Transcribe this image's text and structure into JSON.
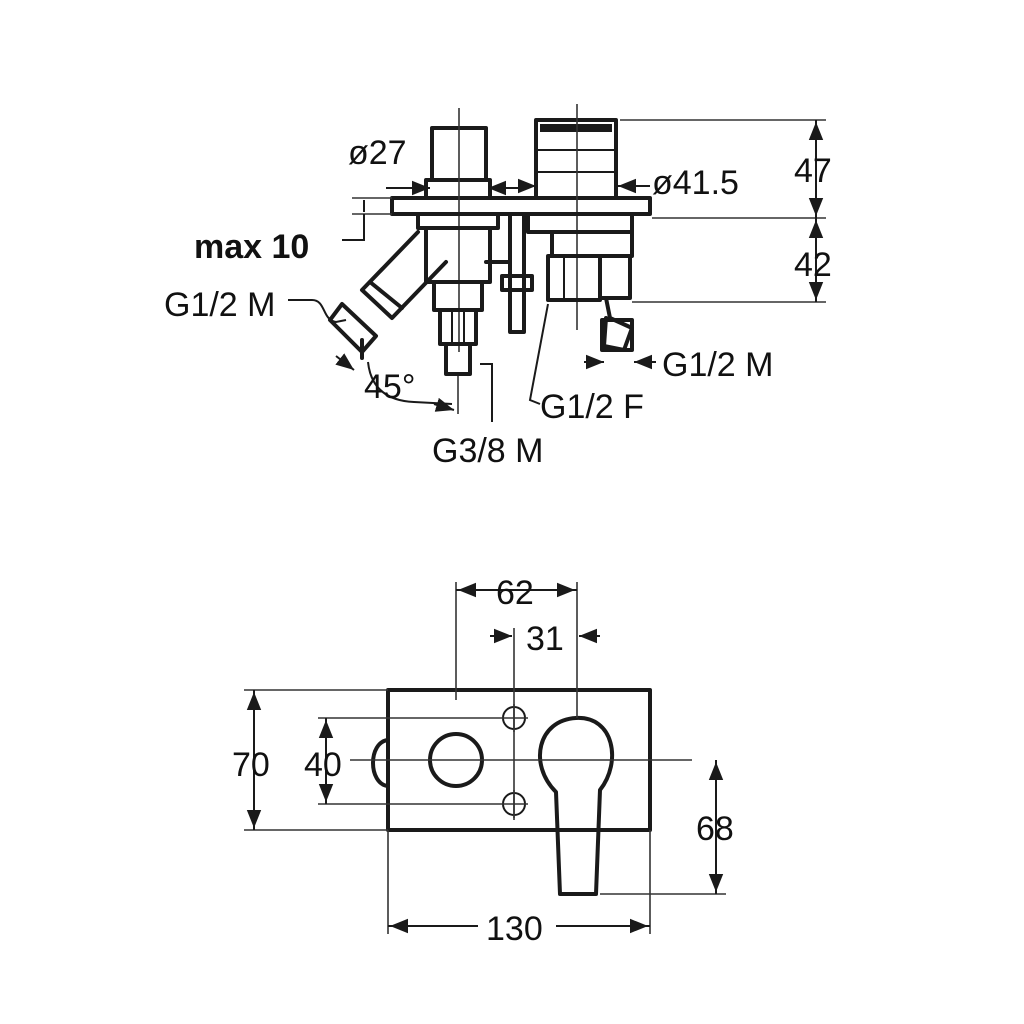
{
  "top_view": {
    "labels": {
      "dia_small": "ø27",
      "dia_large": "ø41.5",
      "height_upper": "47",
      "height_lower": "42",
      "max_depth": "max 10",
      "thread_left": "G1/2 M",
      "thread_right": "G1/2 M",
      "angle": "45°",
      "thread_female": "G1/2 F",
      "thread_bottom": "G3/8 M"
    }
  },
  "front_view": {
    "labels": {
      "width_62": "62",
      "width_31": "31",
      "height_70": "70",
      "height_40": "40",
      "height_68": "68",
      "width_130": "130"
    }
  }
}
